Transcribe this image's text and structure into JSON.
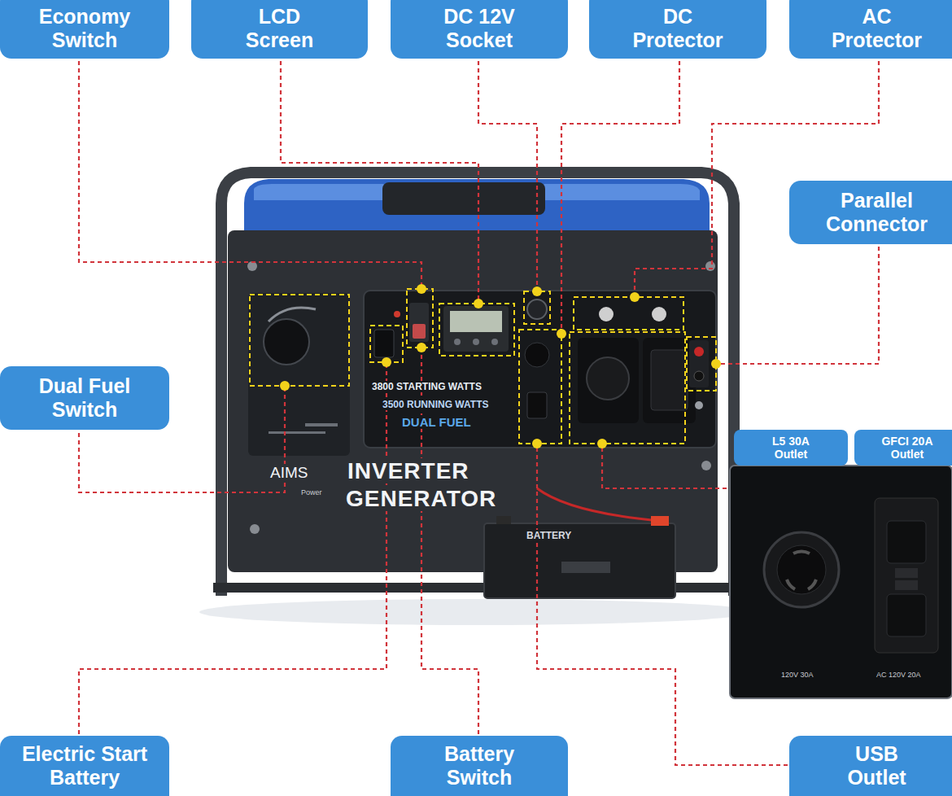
{
  "diagram": {
    "nodes": [
      {
        "text": [
          "Economy Switch"
        ]
      },
      {
        "text": [
          "LCD Screen"
        ]
      },
      {
        "text": [
          "DC 12V Socket"
        ]
      },
      {
        "text": [
          "DC Protector"
        ]
      },
      {
        "text": [
          "AC Protector"
        ]
      },
      {
        "text": [
          "Parallel Connector"
        ]
      },
      {
        "text": [
          "Dual Fuel Switch"
        ]
      },
      {
        "text": [
          "L5 30A Outlet"
        ]
      },
      {
        "text": [
          "GFCI 20A Outlet"
        ]
      },
      {
        "text": [
          "Electric Start Battery"
        ]
      },
      {
        "text": [
          "Battery Switch"
        ]
      },
      {
        "text": [
          "USB Outlet"
        ]
      }
    ],
    "labels": [
      "3800 STARTING WATTS",
      "3500 RUNNING WATTS",
      "DUAL FUEL",
      "INVERTER GENERATOR",
      "AIMS",
      "Power",
      "BATTERY",
      "120V 30A",
      "AC 120V 20A"
    ]
  }
}
